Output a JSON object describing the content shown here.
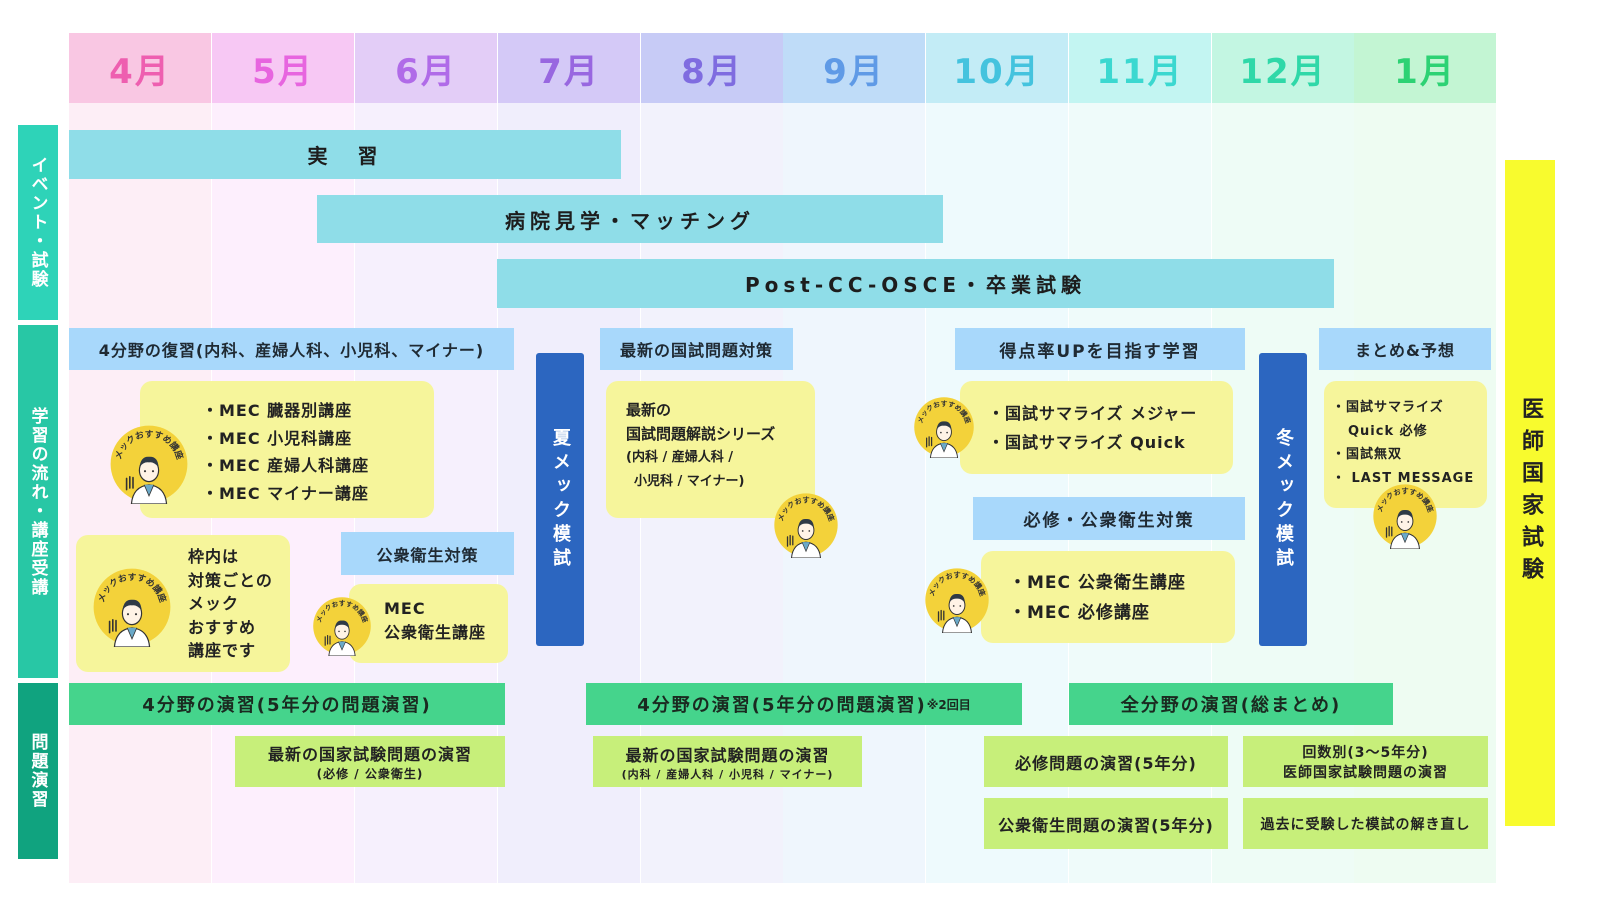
{
  "months": [
    "4月",
    "5月",
    "6月",
    "7月",
    "8月",
    "9月",
    "10月",
    "11月",
    "12月",
    "1月"
  ],
  "colors": {
    "month_header": [
      "#f9c7e3",
      "#f7c8f4",
      "#e3cdf7",
      "#d4c9f7",
      "#c7cbf6",
      "#bfdcf8",
      "#c3ecf6",
      "#c3f5f2",
      "#c3f6e2",
      "#c3f5d3"
    ],
    "column_bg": [
      "#fdeef6",
      "#fdeffd",
      "#f6f0fd",
      "#f0eefc",
      "#f2f2fc",
      "#eff6fd",
      "#eefafd",
      "#effbfa",
      "#eefcf6",
      "#eefcf2"
    ],
    "month_text": [
      "#ee5fb0",
      "#e765df",
      "#b06be8",
      "#9867e0",
      "#7f6ce0",
      "#5f9ae6",
      "#44c3de",
      "#3bd8d0",
      "#2fd8a8",
      "#2dd274"
    ],
    "row_label": [
      "#2ed3b8",
      "#28c7a5",
      "#10a37f"
    ]
  },
  "row_labels": [
    "イベント・試験",
    "学習の流れ・講座受講",
    "問題演習"
  ],
  "events": {
    "jisshu": "実　習",
    "byoin": "病院見学・マッチング",
    "osce": "Post-CC-OSCE・卒業試験"
  },
  "national_exam": "医師国家試験",
  "study": {
    "review_header": "4分野の復習(内科、産婦人科、小児科、マイナー)",
    "mec_courses": [
      "・MEC 臓器別講座",
      "・MEC 小児科講座",
      "・MEC 産婦人科講座",
      "・MEC マイナー講座"
    ],
    "note": [
      "枠内は",
      "対策ごとの",
      "メック",
      "おすすめ",
      "講座です"
    ],
    "public_health_header": "公衆衛生対策",
    "public_health_course": [
      "MEC",
      "公衆衛生講座"
    ],
    "summer_mock": "夏メック模試",
    "latest_header": "最新の国試問題対策",
    "latest_course": [
      "最新の",
      "国試問題解説シリーズ",
      "(内科 / 産婦人科 /",
      "小児科 / マイナー)"
    ],
    "score_header": "得点率UPを目指す学習",
    "score_courses": [
      "・国試サマライズ メジャー",
      "・国試サマライズ Quick"
    ],
    "hisshu_header": "必修・公衆衛生対策",
    "hisshu_courses": [
      "・MEC 公衆衛生講座",
      "・MEC 必修講座"
    ],
    "winter_mock": "冬メック模試",
    "summary_header": "まとめ&予想",
    "summary_courses": [
      "・国試サマライズ",
      "Quick 必修",
      "・国試無双",
      "・ LAST MESSAGE"
    ],
    "badge_text": "メックおすすめ講座"
  },
  "practice": {
    "p1": "4分野の演習(5年分の問題演習)",
    "p2": "4分野の演習(5年分の問題演習)",
    "p2_note": "※2回目",
    "p3": "全分野の演習(総まとめ)",
    "latest1_title": "最新の国家試験問題の演習",
    "latest1_sub": "(必修 / 公衆衛生)",
    "latest2_title": "最新の国家試験問題の演習",
    "latest2_sub": "(内科 / 産婦人科 / 小児科 / マイナー)",
    "hisshu5": "必修問題の演習(5年分)",
    "public5": "公衆衛生問題の演習(5年分)",
    "kaisu_l1": "回数別(3〜5年分)",
    "kaisu_l2": "医師国家試験問題の演習",
    "review_mock": "過去に受験した模試の解き直し"
  }
}
